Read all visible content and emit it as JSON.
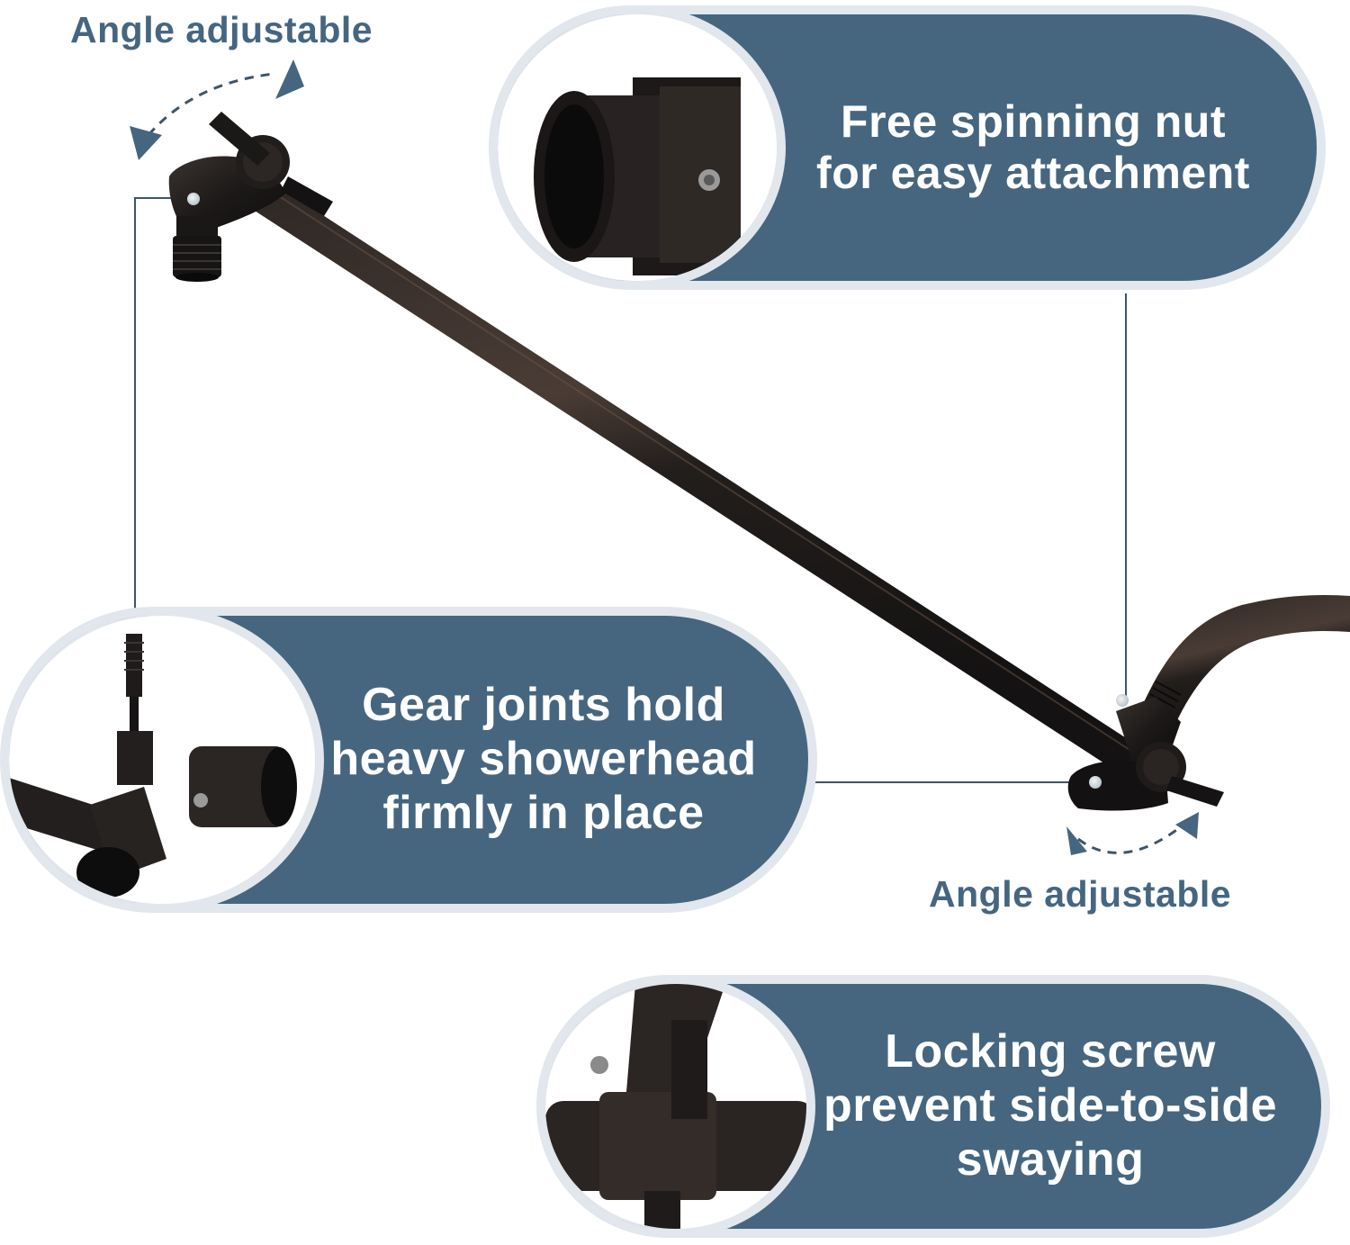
{
  "theme": {
    "accent_blue": "#46667f",
    "pill_border": "#e1e7ec",
    "label_blue": "#456680",
    "metal_dark": "#1e1b1a",
    "metal_highlight": "#5a4a40",
    "connector_line": "#3f5566",
    "background": "#ffffff"
  },
  "labels": {
    "angle_top": "Angle adjustable",
    "angle_bottom": "Angle adjustable"
  },
  "callouts": [
    {
      "id": "free-spinning-nut",
      "lines": [
        "Free spinning nut",
        "for easy attachment"
      ],
      "photo": "threaded-nut-closeup"
    },
    {
      "id": "gear-joints",
      "lines": [
        "Gear joints hold",
        "heavy showerhead",
        "firmly in place"
      ],
      "photo": "gear-joint-closeup"
    },
    {
      "id": "locking-screw",
      "lines": [
        "Locking screw",
        "prevent side-to-side",
        "swaying"
      ],
      "photo": "locking-screw-closeup"
    }
  ],
  "product": {
    "name": "adjustable shower arm extension",
    "finish": "oil rubbed bronze"
  }
}
